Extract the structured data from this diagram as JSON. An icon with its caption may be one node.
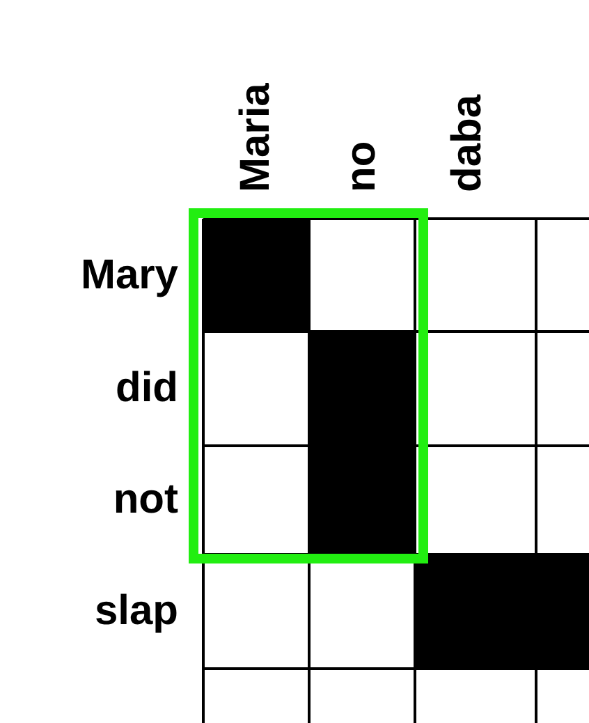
{
  "diagram": {
    "labels": [
      "Maria",
      "no",
      "daba",
      "Mary",
      "did",
      "not",
      "slap"
    ]
  }
}
